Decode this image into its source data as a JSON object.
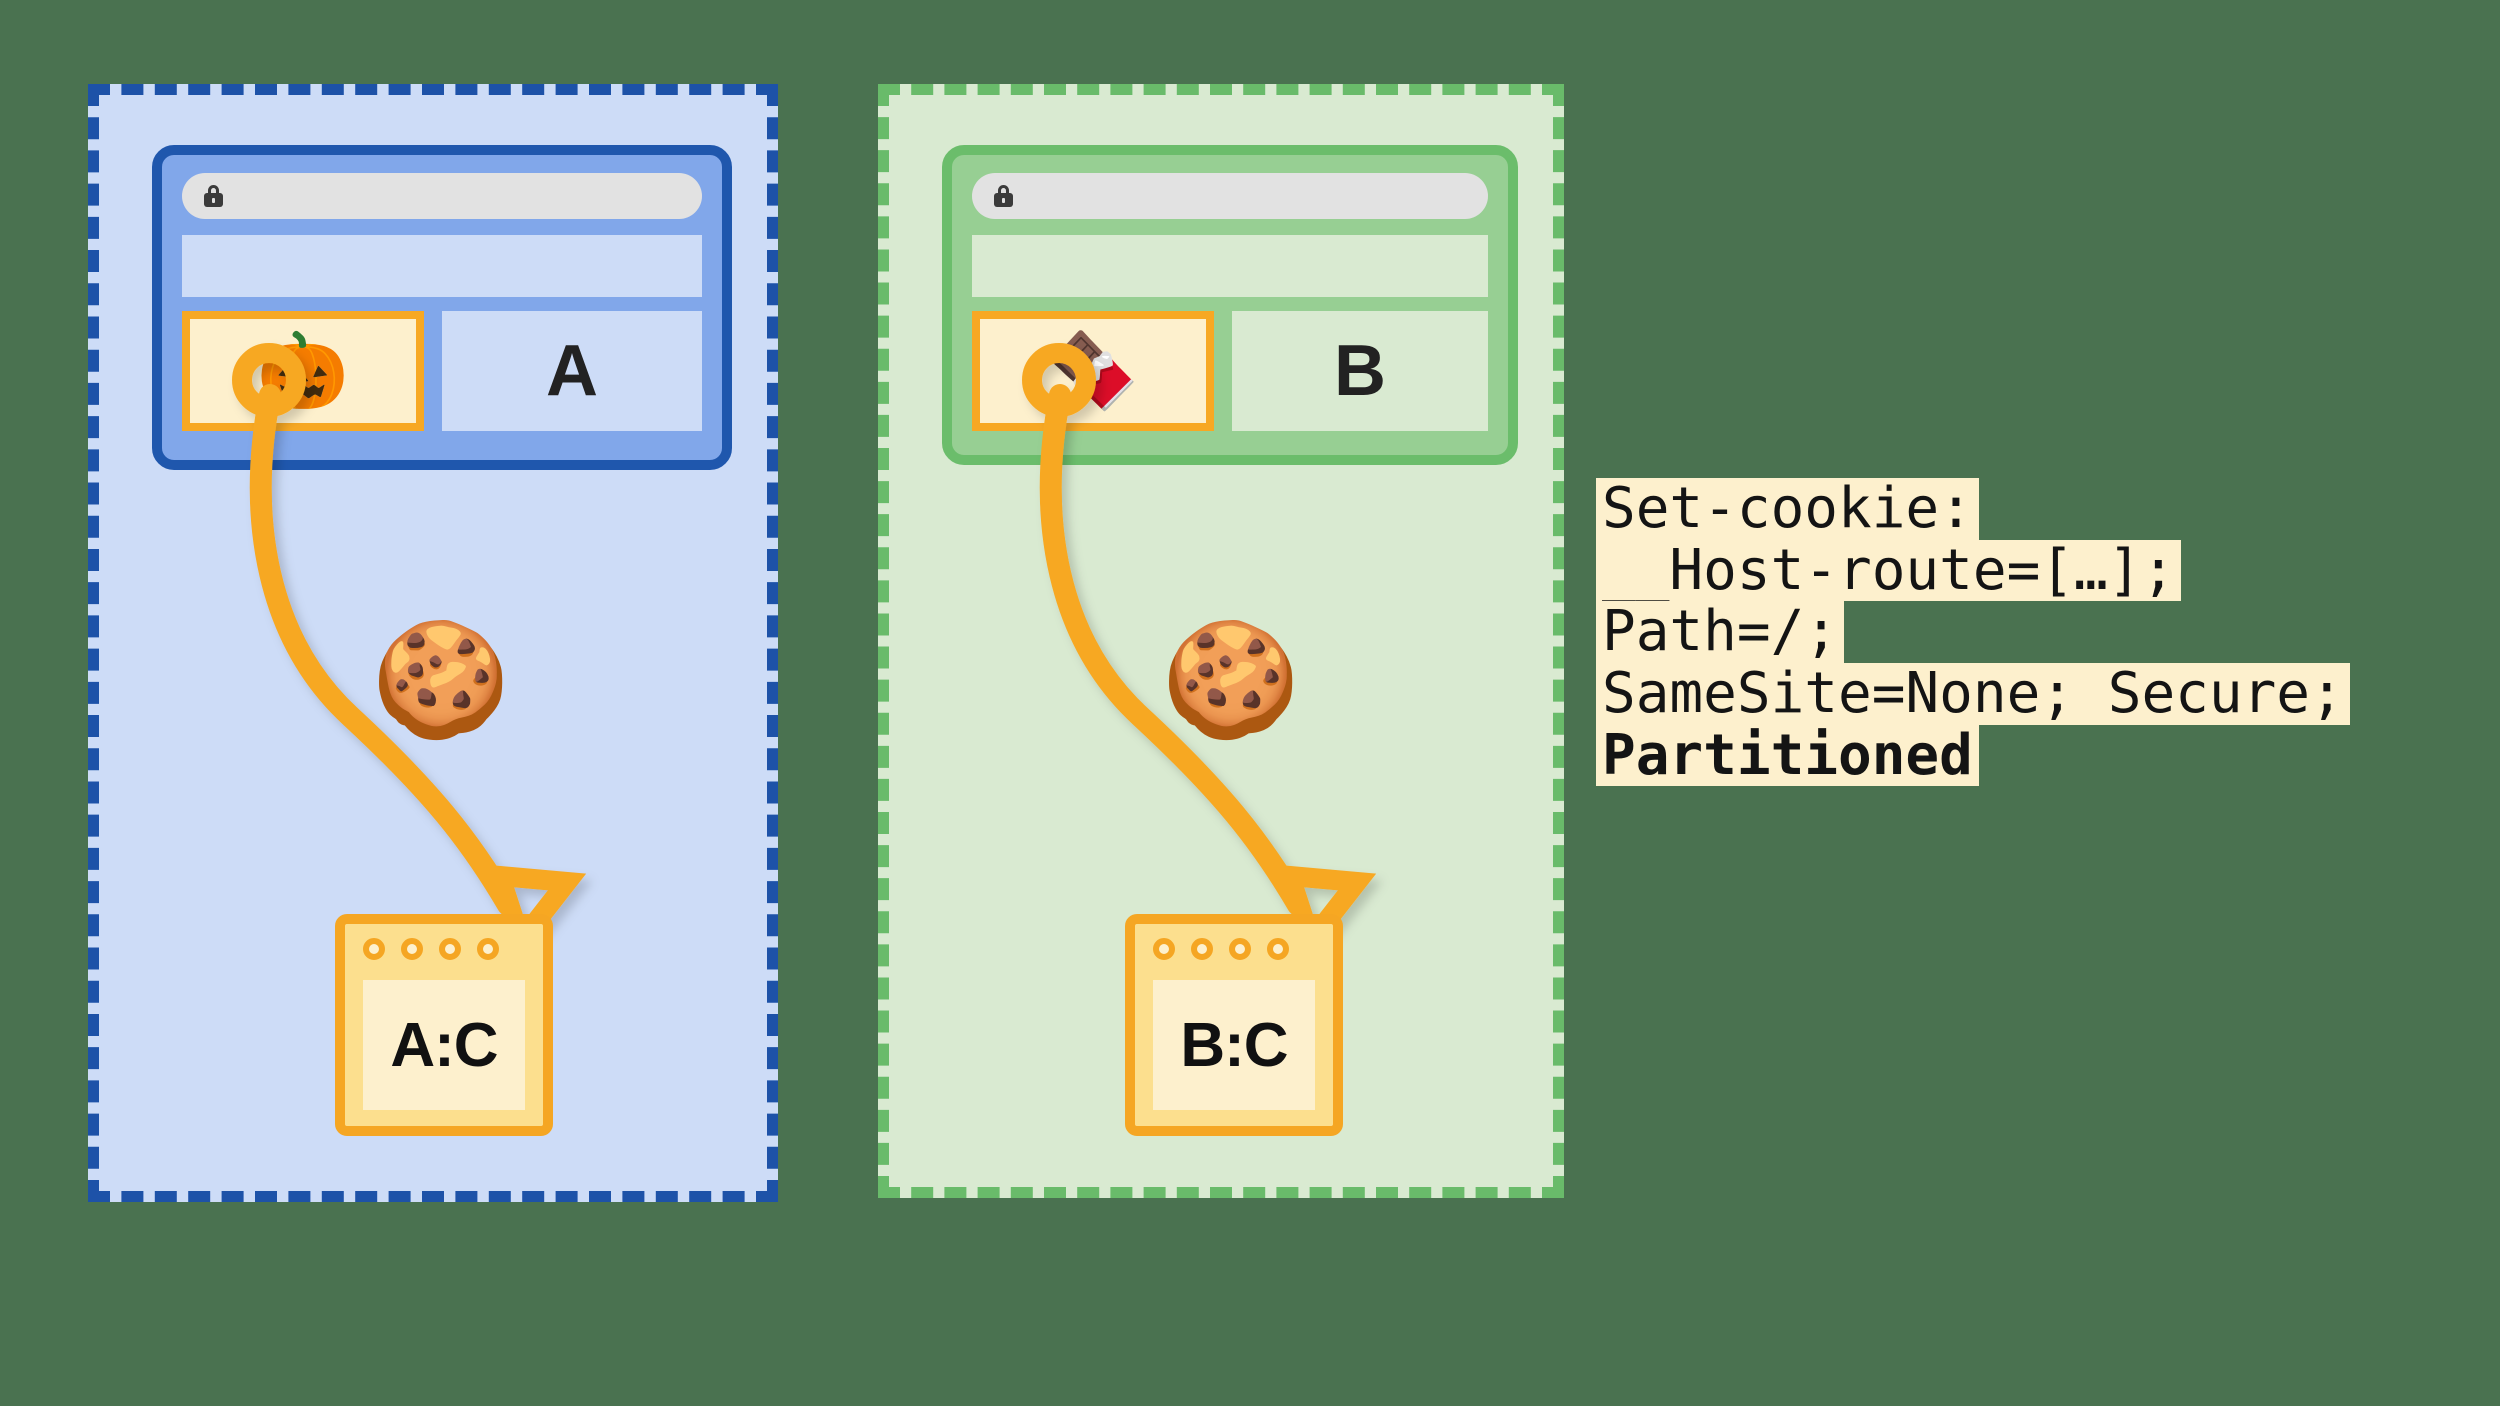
{
  "background_color": "#4a7250",
  "diagram": {
    "title": "Partitioned cookies (CHIPS) across two top-level sites",
    "partitions": [
      {
        "id": "A",
        "accent_color": "#1d52a8",
        "fill_color": "#cddcf7",
        "browser": {
          "url_bar_placeholder": "",
          "lock_icon": "lock-icon",
          "embed_emoji": "🎃",
          "embed_label": "pumpkin-thumbnail",
          "site_letter": "A"
        },
        "cookie_emoji": "🍪",
        "storage": {
          "label": "A:C",
          "dot_count": 4
        }
      },
      {
        "id": "B",
        "accent_color": "#69bb6a",
        "fill_color": "#d9ead1",
        "browser": {
          "url_bar_placeholder": "",
          "lock_icon": "lock-icon",
          "embed_emoji": "🍫",
          "embed_label": "chocolate-bar-thumbnail",
          "site_letter": "B"
        },
        "cookie_emoji": "🍪",
        "storage": {
          "label": "B:C",
          "dot_count": 4
        }
      }
    ],
    "connector_color": "#f7a823"
  },
  "code_block": {
    "lines": [
      {
        "text": "Set-cookie:",
        "bold": false
      },
      {
        "text": "__Host-route=[…];",
        "bold": false
      },
      {
        "text": "Path=/;",
        "bold": false
      },
      {
        "text": "SameSite=None; Secure;",
        "bold": false
      },
      {
        "text": "Partitioned",
        "bold": true
      }
    ],
    "highlight_color": "#fdf0cd"
  }
}
